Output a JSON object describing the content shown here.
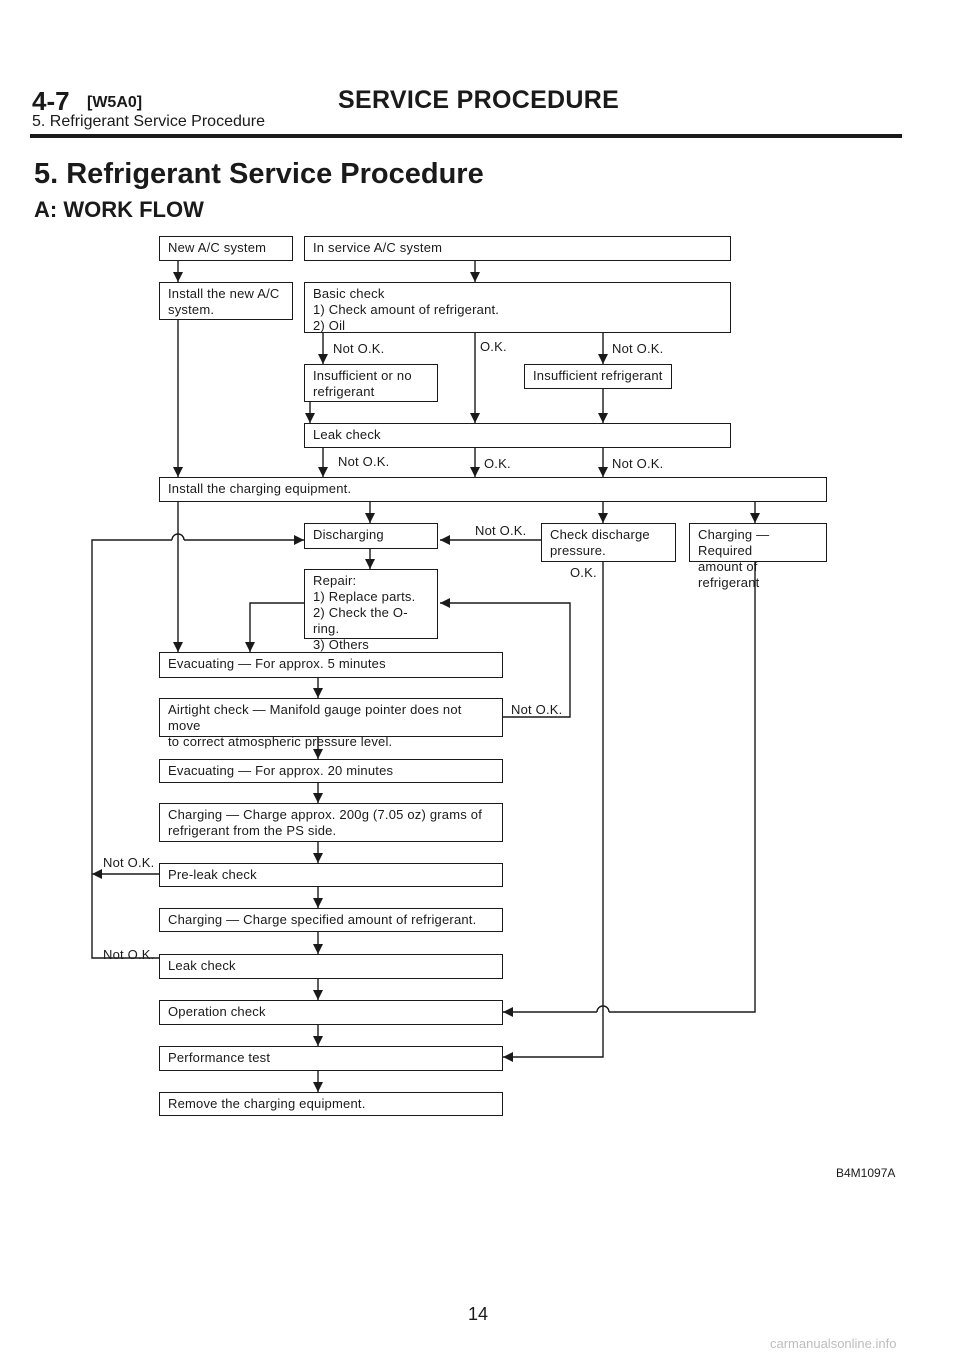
{
  "header": {
    "section": "4-7",
    "code": "[W5A0]",
    "title": "SERVICE PROCEDURE",
    "subtitle": "5. Refrigerant Service Procedure"
  },
  "heading": "5. Refrigerant Service Procedure",
  "subheading": "A: WORK FLOW",
  "flow": {
    "new_system": "New A/C system",
    "in_service_system": "In service A/C system",
    "install_new_system": "Install the new A/C\nsystem.",
    "basic_check": "Basic check\n1) Check amount of refrigerant.\n2) Oil",
    "insufficient_or_no": "Insufficient or no\nrefrigerant",
    "insufficient_refrigerant": "Insufficient refrigerant",
    "leak_check_1": "Leak check",
    "install_charging_equipment": "Install the charging equipment.",
    "discharging": "Discharging",
    "check_discharge_pressure": "Check discharge\npressure.",
    "charging_required": "Charging — Required\namount of refrigerant",
    "repair": "Repair:\n1) Replace parts.\n2) Check the O-ring.\n3) Others",
    "evacuating_5": "Evacuating — For approx. 5 minutes",
    "airtight_check": "Airtight check — Manifold gauge pointer does not move\nto correct atmospheric pressure level.",
    "evacuating_20": "Evacuating — For approx. 20 minutes",
    "charging_200g": "Charging — Charge approx. 200g (7.05 oz) grams of\nrefrigerant from the PS side.",
    "pre_leak_check": "Pre-leak check",
    "charging_specified": "Charging — Charge specified amount of refrigerant.",
    "leak_check_2": "Leak check",
    "operation_check": "Operation check",
    "performance_test": "Performance test",
    "remove_charging_equipment": "Remove the charging equipment."
  },
  "labels": {
    "not_ok": "Not O.K.",
    "ok": "O.K."
  },
  "figure_code": "B4M1097A",
  "page_number": "14",
  "watermark": "carmanualsonline.info"
}
